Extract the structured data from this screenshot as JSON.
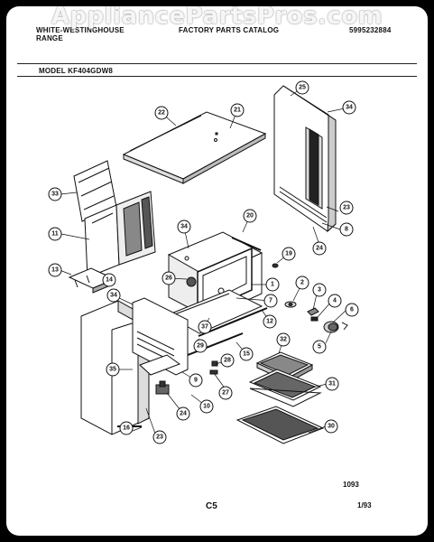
{
  "header": {
    "brand_line1": "WHITE-WESTINGHOUSE",
    "brand_line2": "RANGE",
    "catalog": "FACTORY PARTS CATALOG",
    "catalog_number": "5995232884",
    "model": "MODEL  KF404GDW8"
  },
  "watermark": "AppliancePartsPros.com",
  "footer": {
    "figure_code": "1093",
    "section": "C5",
    "date": "1/93"
  },
  "callouts": [
    "1",
    "2",
    "3",
    "4",
    "5",
    "6",
    "7",
    "8",
    "9",
    "10",
    "11",
    "12",
    "13",
    "14",
    "15",
    "16",
    "19",
    "20",
    "21",
    "22",
    "23",
    "24",
    "25",
    "26",
    "27",
    "28",
    "29",
    "30",
    "31",
    "32",
    "33",
    "34",
    "35",
    "37"
  ]
}
